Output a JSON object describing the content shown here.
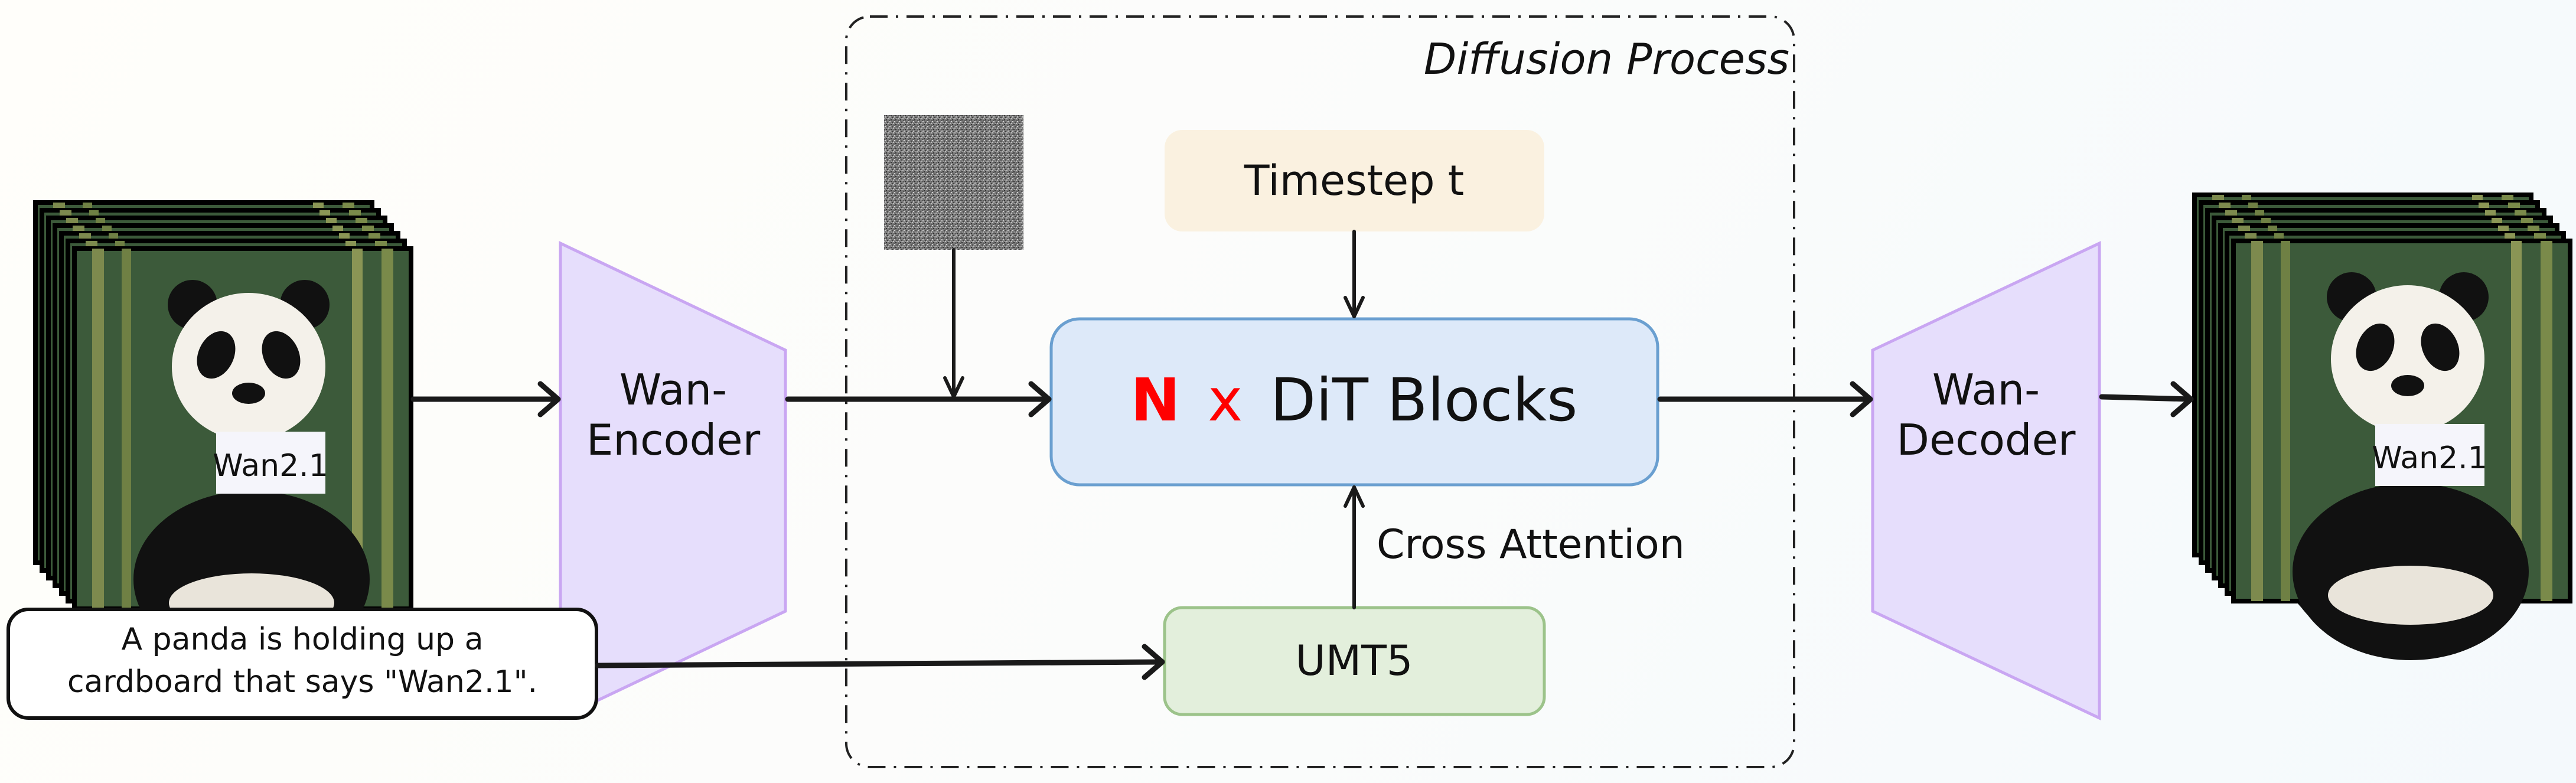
{
  "diffusion_process": {
    "title": "Diffusion Process"
  },
  "input_video": {
    "frame_text": "Wan2.1"
  },
  "output_video": {
    "frame_text": "Wan2.1"
  },
  "encoder": {
    "line1": "Wan-",
    "line2": "Encoder"
  },
  "decoder": {
    "line1": "Wan-",
    "line2": "Decoder"
  },
  "timestep": {
    "label": "Timestep t"
  },
  "dit": {
    "n": "N",
    "x": "x",
    "label": "DiT Blocks"
  },
  "cross_attention": {
    "label": "Cross Attention"
  },
  "umt5": {
    "label": "UMT5"
  },
  "prompt": {
    "line1": "A panda is holding up a",
    "line2": "cardboard that says \"Wan2.1\"."
  },
  "colors": {
    "encoder_fill": "#e6defc",
    "encoder_stroke": "#c9a6f2",
    "timestep_fill": "#faf1e0",
    "dit_fill": "#dde9f9",
    "dit_stroke": "#6a9fd0",
    "umt5_fill": "#e3efdc",
    "umt5_stroke": "#9cc38a",
    "accent_red": "#ff0000"
  }
}
